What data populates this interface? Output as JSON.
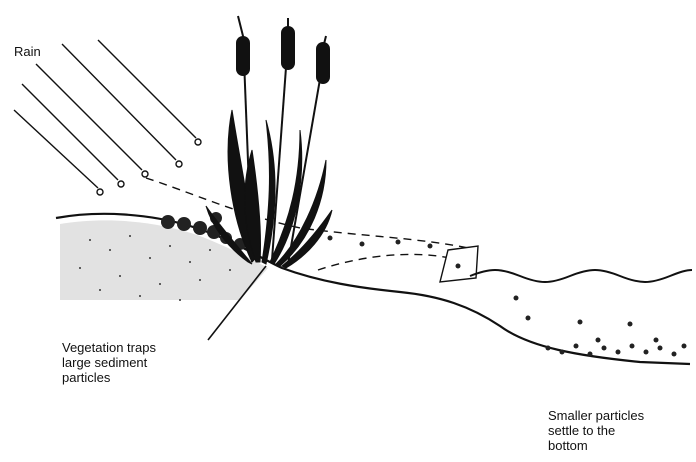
{
  "labels": {
    "rain": "Rain",
    "vegetation": [
      "Vegetation traps",
      "large sediment",
      "particles"
    ],
    "settle": [
      "Smaller particles",
      "settle to the",
      "bottom"
    ]
  },
  "colors": {
    "ink": "#111111",
    "background": "#ffffff"
  }
}
